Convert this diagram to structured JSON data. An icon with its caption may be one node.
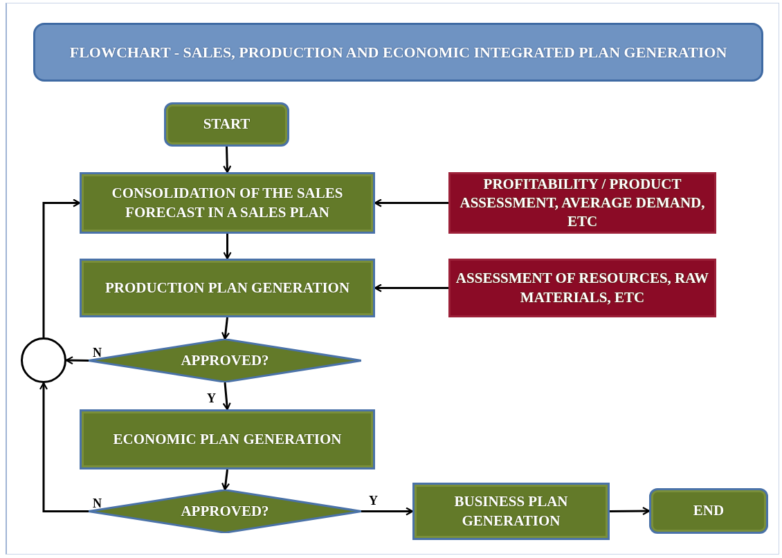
{
  "diagram": {
    "title": "FLOWCHART - SALES, PRODUCTION AND ECONOMIC INTEGRATED PLAN GENERATION",
    "nodes": [
      {
        "text": [
          "START"
        ]
      },
      {
        "text": [
          "CONSOLIDATION OF THE SALES FORECAST IN A SALES PLAN"
        ]
      },
      {
        "text": [
          "PROFITABILITY / PRODUCT ASSESSMENT, AVERAGE DEMAND, ETC"
        ]
      },
      {
        "text": [
          "PRODUCTION PLAN GENERATION"
        ]
      },
      {
        "text": [
          "ASSESSMENT OF RESOURCES, RAW MATERIALS, ETC"
        ]
      },
      {
        "text": [
          "APPROVED?"
        ]
      },
      {
        "text": [],
        "shape": "circle"
      },
      {
        "text": [
          "ECONOMIC PLAN GENERATION"
        ]
      },
      {
        "text": [
          "APPROVED?"
        ]
      },
      {
        "text": [
          "BUSINESS PLAN GENERATION"
        ]
      },
      {
        "text": [
          "END"
        ]
      }
    ],
    "edges": [
      {
        "from": 0,
        "to": 1,
        "arrow": "to"
      },
      {
        "from": 2,
        "to": 1,
        "arrow": "to"
      },
      {
        "from": 1,
        "to": 3,
        "arrow": "to"
      },
      {
        "from": 4,
        "to": 3,
        "arrow": "to"
      },
      {
        "from": 3,
        "to": 5,
        "arrow": "to"
      },
      {
        "from": 5,
        "to": 6,
        "label": "N",
        "arrow": "to"
      },
      {
        "from": 5,
        "to": 7,
        "label": "Y",
        "arrow": "to"
      },
      {
        "from": 6,
        "to": 1,
        "arrow": "to"
      },
      {
        "from": 7,
        "to": 8,
        "arrow": "to"
      },
      {
        "from": 8,
        "to": 6,
        "label": "N",
        "arrow": "to"
      },
      {
        "from": 8,
        "to": 9,
        "label": "Y",
        "arrow": "to"
      },
      {
        "from": 9,
        "to": 10,
        "arrow": "to"
      }
    ]
  }
}
